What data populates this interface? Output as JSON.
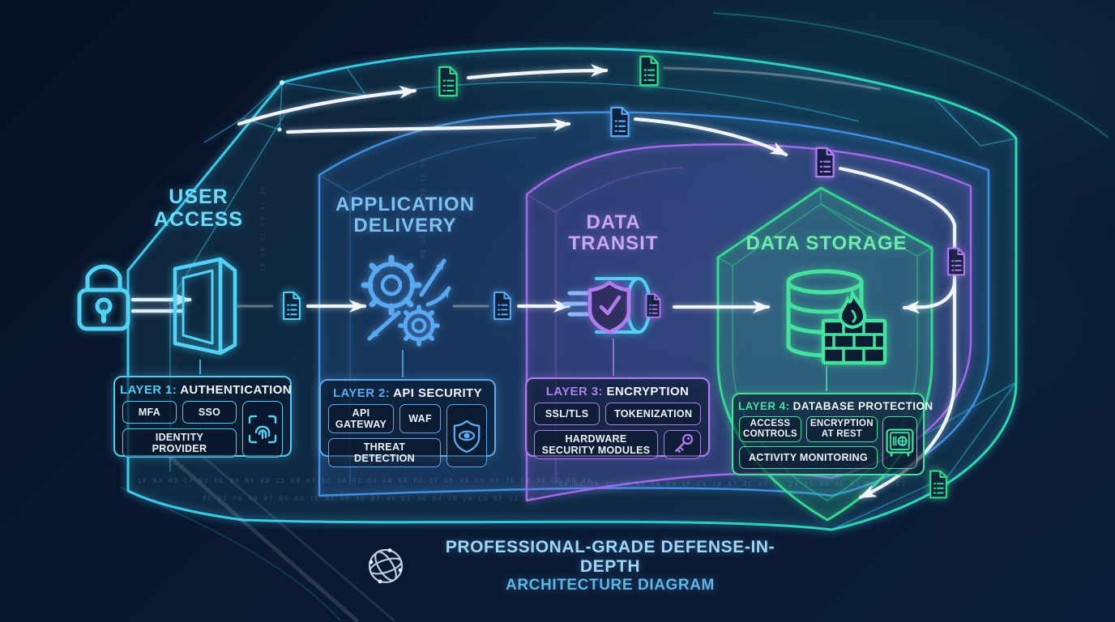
{
  "sections": [
    {
      "id": "user-access",
      "line1": "USER",
      "line2": "ACCESS",
      "color": "#6edcf8",
      "icon": "lock-door-entry-icon"
    },
    {
      "id": "application-delivery",
      "line1": "APPLICATION",
      "line2": "DELIVERY",
      "color": "#7cc0f2",
      "icon": "gears-arrows-icon"
    },
    {
      "id": "data-transit",
      "line1": "DATA",
      "line2": "TRANSIT",
      "color": "#cba6f5",
      "icon": "transit-shield-icon"
    },
    {
      "id": "data-storage",
      "line1": "DATA STORAGE",
      "line2": "",
      "color": "#72e9b0",
      "icon": "database-firewall-icon"
    }
  ],
  "layers": [
    {
      "label": "LAYER 1:",
      "name": "AUTHENTICATION",
      "color": "#4fcdf5",
      "chips": [
        "MFA",
        "SSO",
        "IDENTITY PROVIDER"
      ],
      "icon": "fingerprint-scan-icon"
    },
    {
      "label": "LAYER 2:",
      "name": "API SECURITY",
      "color": "#5fa8ee",
      "chips": [
        "API GATEWAY",
        "WAF",
        "THREAT DETECTION"
      ],
      "icon": "shield-eye-icon"
    },
    {
      "label": "LAYER 3:",
      "name": "ENCRYPTION",
      "color": "#b07ef0",
      "chips": [
        "SSL/TLS",
        "TOKENIZATION",
        "HARDWARE SECURITY MODULES"
      ],
      "icon": "key-icon"
    },
    {
      "label": "LAYER 4:",
      "name": "DATABASE PROTECTION",
      "color": "#46e0a0",
      "chips": [
        "ACCESS CONTROLS",
        "ENCRYPTION AT REST",
        "ACTIVITY MONITORING"
      ],
      "icon": "safe-icon"
    }
  ],
  "footer": {
    "line1": "PROFESSIONAL-GRADE DEFENSE-IN-DEPTH",
    "line2": "ARCHITECTURE DIAGRAM",
    "icon": "network-globe-icon"
  },
  "colors": {
    "background": "#081226",
    "cyan": "#4fcdf5",
    "blue": "#4f9bea",
    "purple": "#a878f0",
    "green": "#3ddb96",
    "arrow": "#f0f5fa"
  },
  "decor": {
    "rows": [
      "1F 8A 03 C7 52 0E 99 B4 6D 21 E8 07 5C 3A 91 D4 0B 68 F2 17 AD 44 C9 02 7E 5B 30 E6 8D 19 4C A0 73",
      "04 D1 7B 2E C8 55 0A 93 6F E4 18 A7 3C 80 F5 29 61 BD 0E 47 9A 52 C3 08 76 EB 34",
      "8C 25 F0 4B 07 D9 62 1E A3 58 0C B7 49 E1 36 94 7D 20 C5 5F 13 88",
      "4A 91 0C 77 E2 35 B8 50 1D C6",
      "08 5F A3 2C 94 61 D7 0B"
    ]
  }
}
